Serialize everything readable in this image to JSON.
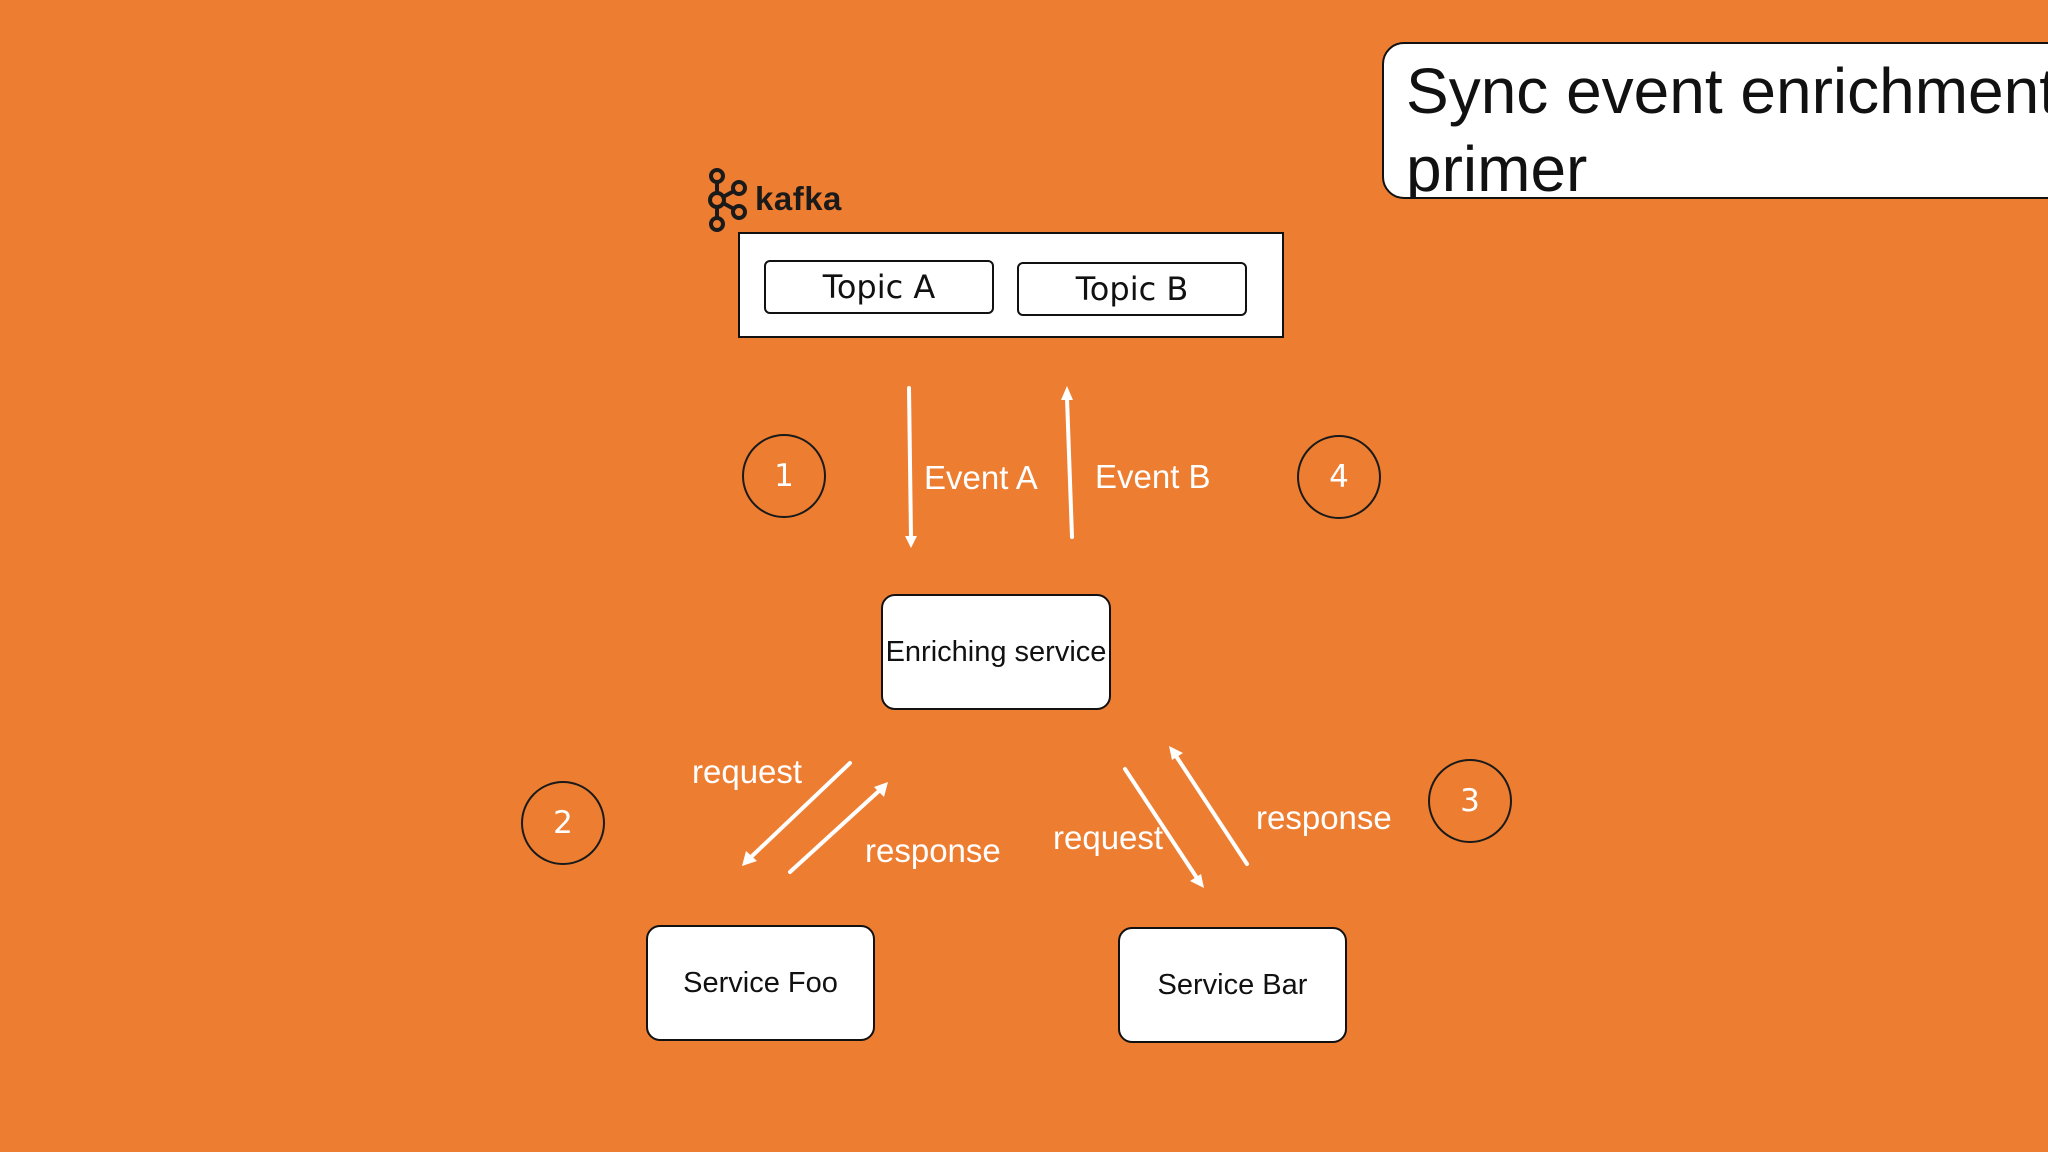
{
  "title": "Sync event enrichment\nprimer",
  "kafka": {
    "logo_text": "kafka",
    "topics": [
      "Topic A",
      "Topic B"
    ]
  },
  "nodes": {
    "enriching": "Enriching service",
    "foo": "Service Foo",
    "bar": "Service Bar"
  },
  "steps": [
    "1",
    "2",
    "3",
    "4"
  ],
  "labels": {
    "event_a": "Event A",
    "event_b": "Event B",
    "foo_request": "request",
    "foo_response": "response",
    "bar_request": "request",
    "bar_response": "response"
  },
  "colors": {
    "background": "#ED7D31",
    "arrows": "#FFFFFF"
  }
}
